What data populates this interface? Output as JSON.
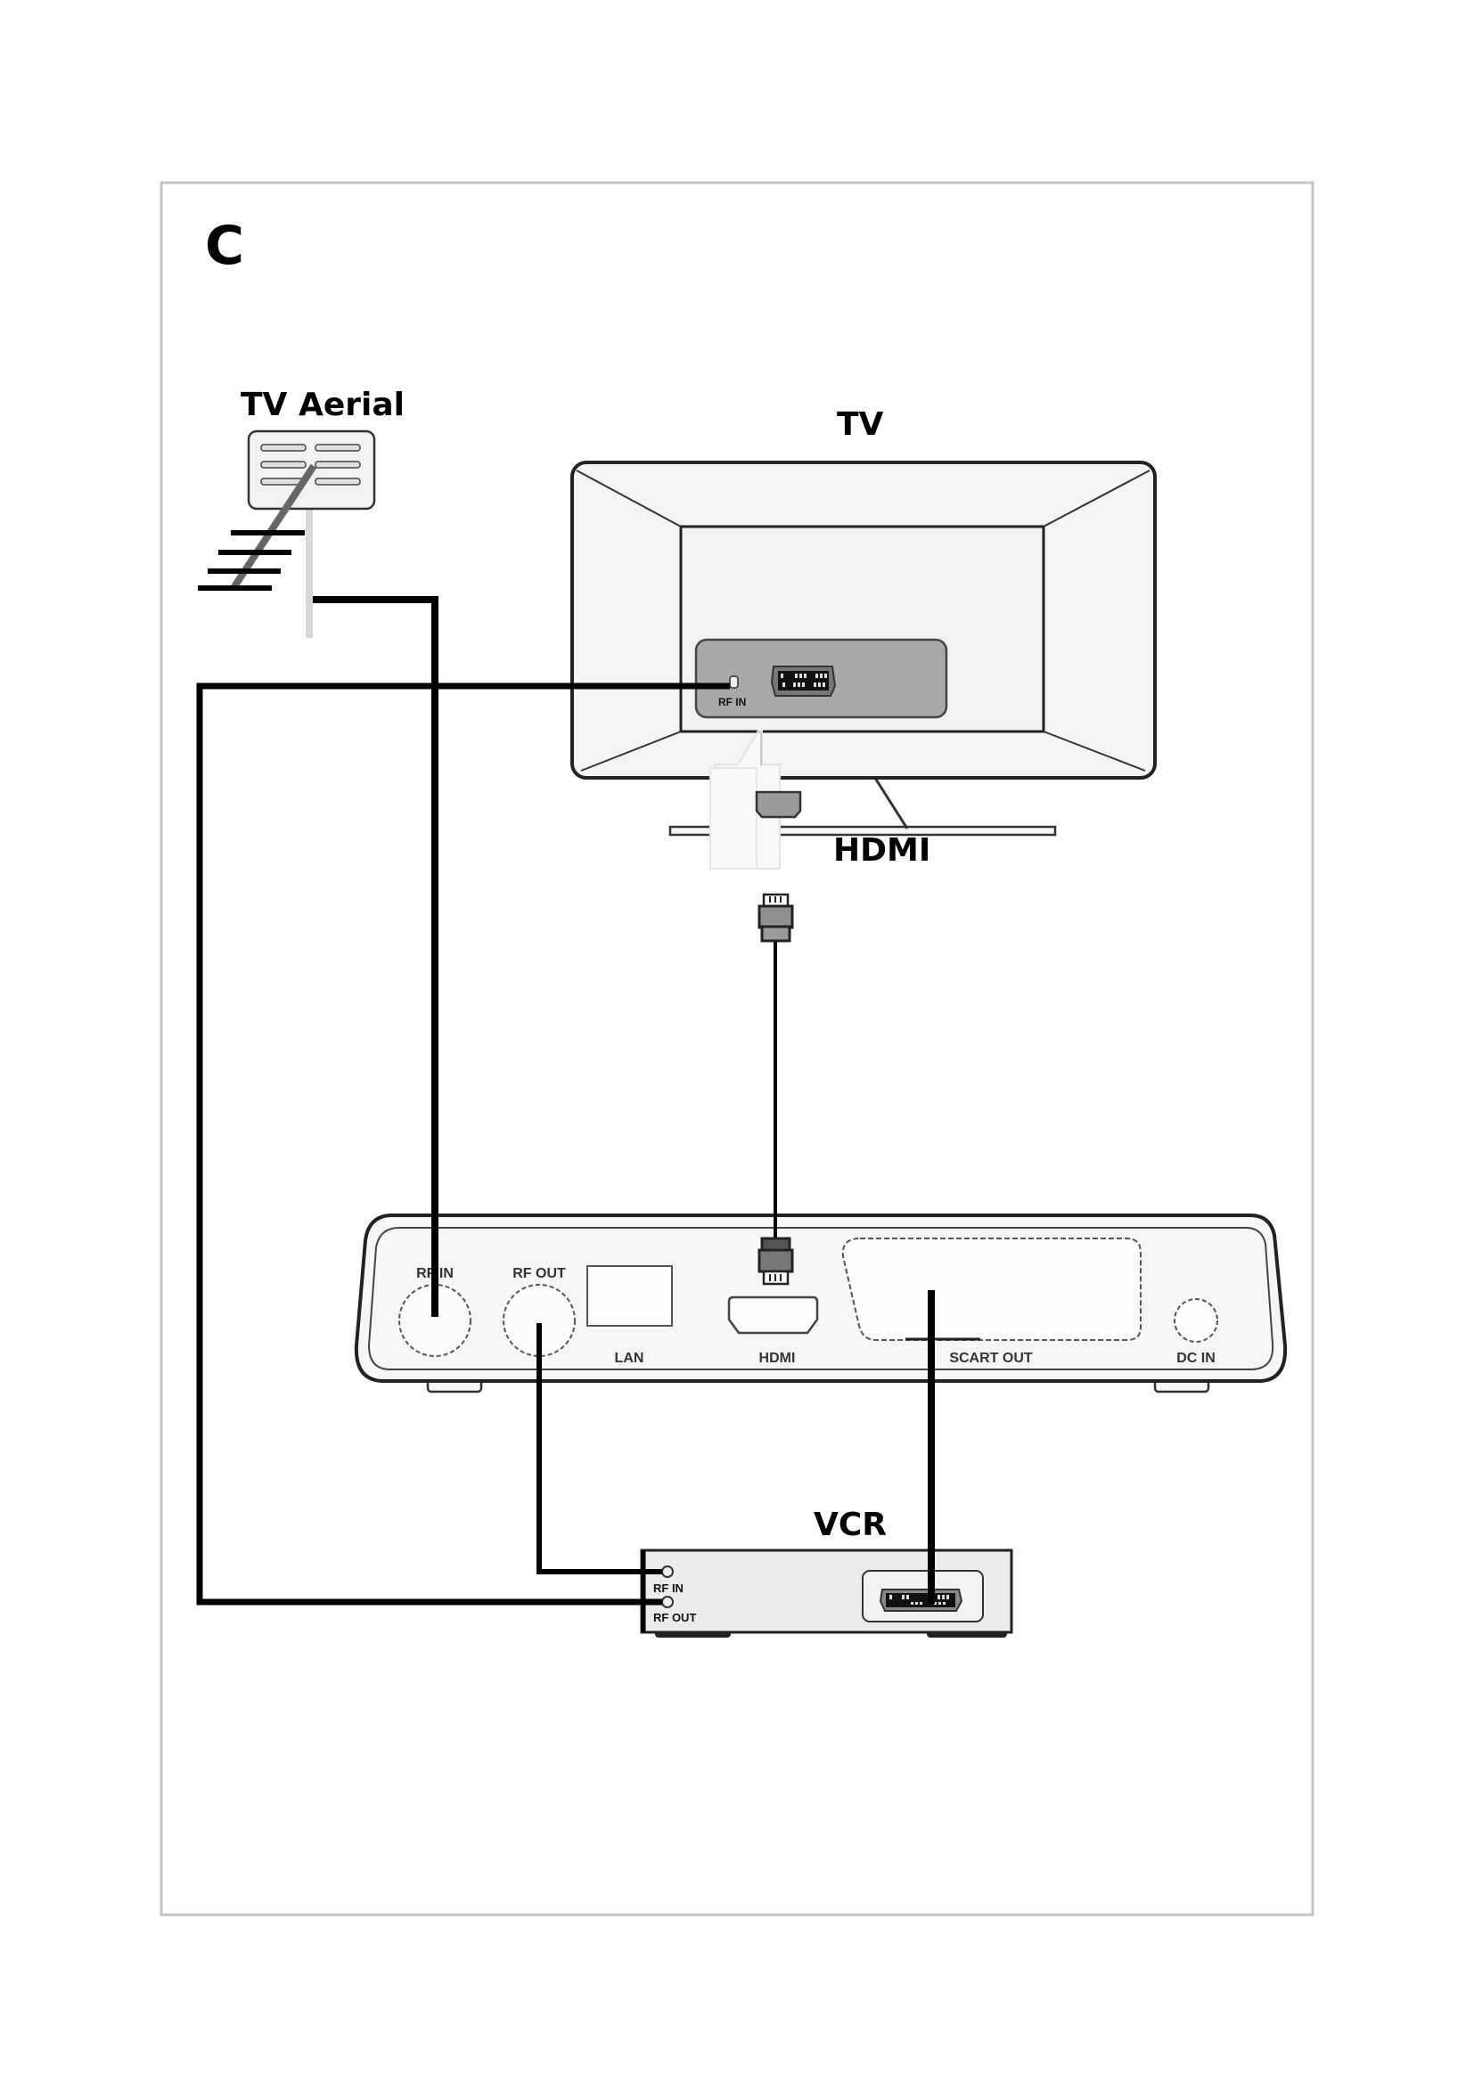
{
  "figure": {
    "panel_letter": "C"
  },
  "devices": {
    "aerial": {
      "label": "TV Aerial"
    },
    "tv": {
      "label": "TV",
      "ports": {
        "rf_in": "RF IN"
      },
      "callout_label": "HDMI"
    },
    "receiver": {
      "ports": {
        "rf_in": "RF IN",
        "rf_out": "RF OUT",
        "lan": "LAN",
        "hdmi": "HDMI",
        "scart_out": "SCART OUT",
        "dc_in": "DC IN"
      }
    },
    "vcr": {
      "label": "VCR",
      "ports": {
        "rf_in": "RF IN",
        "rf_out": "RF OUT"
      }
    }
  },
  "connections": [
    {
      "from": "TV Aerial",
      "to": "Receiver RF IN",
      "type": "coax"
    },
    {
      "from": "Receiver RF OUT",
      "to": "VCR RF IN",
      "type": "coax"
    },
    {
      "from": "VCR RF OUT",
      "to": "TV RF IN",
      "type": "coax"
    },
    {
      "from": "Receiver HDMI",
      "to": "TV HDMI",
      "type": "hdmi"
    },
    {
      "from": "Receiver SCART OUT",
      "to": "VCR SCART",
      "type": "scart"
    }
  ],
  "colors": {
    "line": "#000000",
    "panel": "#a8a8a8",
    "body": "#f4f4f4",
    "frame": "#c0c0c0"
  }
}
